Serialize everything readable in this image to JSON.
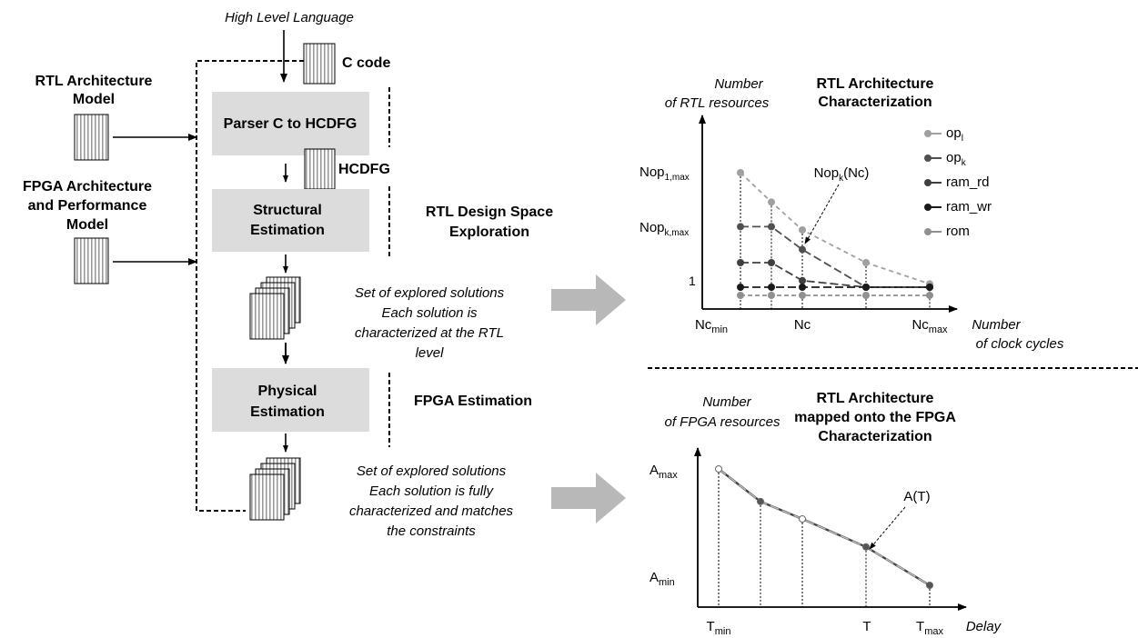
{
  "flow": {
    "top_label": "High Level Language",
    "c_code_label": "C code",
    "hcdfg_label": "HCDFG",
    "rtl_model_line1": "RTL Architecture",
    "rtl_model_line2": "Model",
    "fpga_model_line1": "FPGA Architecture",
    "fpga_model_line2": "and Performance",
    "fpga_model_line3": "Model",
    "parser_box": "Parser C to HCDFG",
    "structural_line1": "Structural",
    "structural_line2": "Estimation",
    "physical_line1": "Physical",
    "physical_line2": "Estimation",
    "rtl_dse_line1": "RTL Design Space",
    "rtl_dse_line2": "Exploration",
    "fpga_estimation": "FPGA Estimation",
    "set1": [
      "Set of explored solutions",
      "Each solution is",
      "characterized at the RTL",
      "level"
    ],
    "set2": [
      "Set of explored solutions",
      "Each solution is fully",
      "characterized and matches",
      "the constraints"
    ]
  },
  "top_chart": {
    "ylabel_line1": "Number",
    "ylabel_line2": "of RTL resources",
    "title_line1": "RTL Architecture",
    "title_line2": "Characterization",
    "xlabel_line1": "Number",
    "xlabel_line2": "of clock cycles",
    "y_tick_nop1_base": "Nop",
    "y_tick_nop1_sub": "1,max",
    "y_tick_nopk_base": "Nop",
    "y_tick_nopk_sub": "k,max",
    "y_tick_one": "1",
    "x_tick_min_base": "Nc",
    "x_tick_min_sub": "min",
    "x_tick_nc": "Nc",
    "x_tick_max_base": "Nc",
    "x_tick_max_sub": "max",
    "annotation_base": "Nop",
    "annotation_sub": "k",
    "annotation_rest": "(Nc)",
    "legend": [
      {
        "base": "op",
        "sub": "l",
        "color": "#a0a0a0"
      },
      {
        "base": "op",
        "sub": "k",
        "color": "#505050"
      },
      {
        "base": "ram_rd",
        "sub": "",
        "color": "#404040"
      },
      {
        "base": "ram_wr",
        "sub": "",
        "color": "#1a1a1a"
      },
      {
        "base": "rom",
        "sub": "",
        "color": "#909090"
      }
    ]
  },
  "bottom_chart": {
    "ylabel_line1": "Number",
    "ylabel_line2": "of  FPGA resources",
    "title_line1": "RTL Architecture",
    "title_line2": "mapped onto the FPGA",
    "title_line3": "Characterization",
    "amax_base": "A",
    "amax_sub": "max",
    "amin_base": "A",
    "amin_sub": "min",
    "tmin_base": "T",
    "tmin_sub": "min",
    "t_label": "T",
    "tmax_base": "T",
    "tmax_sub": "max",
    "xlabel": "Delay",
    "annotation": "A(T)"
  },
  "chart_data": [
    {
      "type": "line",
      "title": "RTL Architecture Characterization",
      "xlabel": "Number of clock cycles",
      "ylabel": "Number of RTL resources",
      "x": [
        "Ncmin",
        "",
        "Nc",
        "",
        "Ncmax"
      ],
      "series": [
        {
          "name": "opl",
          "values": [
            8,
            6.2,
            4.5,
            2.5,
            1.2
          ]
        },
        {
          "name": "opk",
          "values": [
            4.7,
            4.7,
            3.3,
            1,
            1
          ]
        },
        {
          "name": "ram_rd",
          "values": [
            2.5,
            2.5,
            1.4,
            1,
            1
          ]
        },
        {
          "name": "ram_wr",
          "values": [
            1,
            1,
            1,
            1,
            1
          ]
        },
        {
          "name": "rom",
          "values": [
            0.5,
            0.5,
            0.5,
            0.5,
            0.5
          ]
        }
      ],
      "legend": "top-right",
      "grid": false
    },
    {
      "type": "line",
      "title": "RTL Architecture mapped onto the FPGA Characterization",
      "xlabel": "Delay",
      "ylabel": "Number of FPGA resources",
      "x": [
        "Tmin",
        "",
        "",
        "T",
        "Tmax"
      ],
      "series": [
        {
          "name": "A(T)",
          "values": [
            1.0,
            0.72,
            0.57,
            0.33,
            0
          ]
        }
      ],
      "grid": false
    }
  ]
}
